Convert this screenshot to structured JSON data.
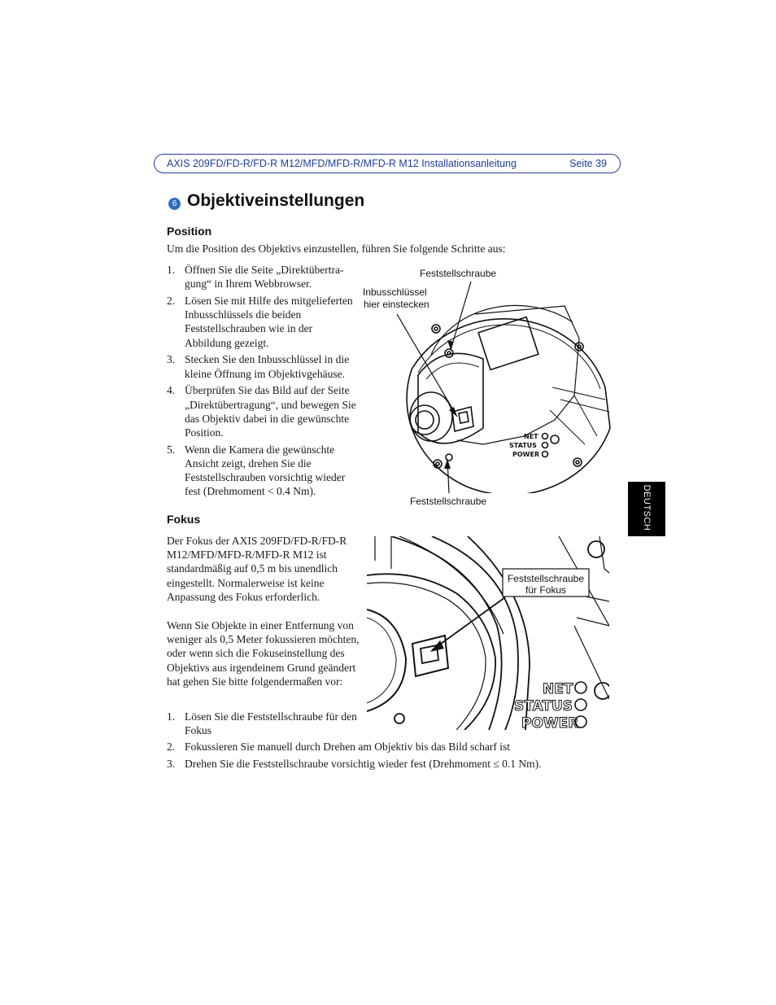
{
  "header": {
    "title": "AXIS 209FD/FD-R/FD-R M12/MFD/MFD-R/MFD-R M12 Installationsanleitung",
    "page": "Seite 39"
  },
  "section": {
    "number": "6",
    "title": "Objektiveinstellungen"
  },
  "position": {
    "heading": "Position",
    "intro": "Um die Position des Objektivs einzustellen, führen Sie folgende Schritte aus:",
    "steps": [
      {
        "n": "1.",
        "text": "Öffnen Sie die Seite „Direktübertra-gung“ in Ihrem Webbrowser."
      },
      {
        "n": "2.",
        "text": "Lösen Sie mit Hilfe des mitgelieferten Inbusschlüssels die beiden Feststellschrauben wie in der Abbildung gezeigt."
      },
      {
        "n": "3.",
        "text": "Stecken Sie den Inbusschlüssel in die kleine Öffnung im Objektivgehäuse."
      },
      {
        "n": "4.",
        "text": "Überprüfen Sie das Bild auf der Seite „Direktübertragung“, und bewegen Sie das Objektiv dabei in die gewünschte Position."
      },
      {
        "n": "5.",
        "text": "Wenn die Kamera die gewünschte Ansicht zeigt, drehen Sie die Feststellschrauben vorsichtig wieder fest (Drehmoment < 0.4 Nm)."
      }
    ],
    "figure": {
      "label_top_screw": "Feststellschraube",
      "label_key_line1": "Inbusschlüssel",
      "label_key_line2": "hier einstecken",
      "label_bottom_screw": "Feststellschraube",
      "led_net": "NET",
      "led_status": "STATUS",
      "led_power": "POWER"
    }
  },
  "focus": {
    "heading": "Fokus",
    "para1": "Der Fokus der AXIS 209FD/FD-R/FD-R M12/MFD/MFD-R/MFD-R M12 ist standardmäßig auf 0,5 m bis unendlich eingestellt. Normalerweise ist keine Anpassung des Fokus erforderlich.",
    "para2": "Wenn Sie Objekte in einer Entfernung von weniger als 0,5 Meter fokussieren möchten, oder wenn sich die Fokuseinstellung des Objektivs aus irgendeinem Grund geändert hat gehen Sie bitte folgendermaßen vor:",
    "steps": [
      {
        "n": "1.",
        "text": "Lösen Sie die Feststellschraube für den Fokus"
      },
      {
        "n": "2.",
        "text": "Fokussieren Sie manuell durch Drehen am Objektiv bis das Bild scharf ist"
      },
      {
        "n": "3.",
        "text": "Drehen Sie die Feststellschraube vorsichtig wieder fest (Drehmoment ≤ 0.1 Nm)."
      }
    ],
    "figure": {
      "callout_line1": "Feststellschraube",
      "callout_line2": "für Fokus",
      "led_net": "NET",
      "led_status": "STATUS",
      "led_power": "POWER"
    }
  },
  "side_tab": {
    "label": "DEUTSCH"
  }
}
